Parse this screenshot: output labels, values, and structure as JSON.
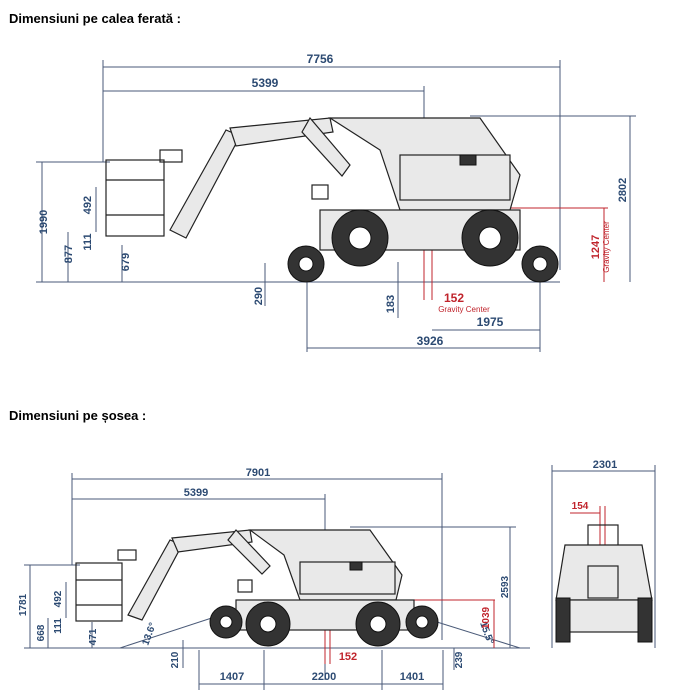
{
  "titles": {
    "rail": "Dimensiuni pe calea ferată :",
    "road": "Dimensiuni pe șosea :"
  },
  "rail": {
    "overall_length": "7756",
    "boom_reach": "5399",
    "height_total": "2802",
    "height_platform_top": "1990",
    "platform_height": "492",
    "platform_floor": "877",
    "platform_step": "111",
    "platform_low": "679",
    "rail_wheel_height": "290",
    "ground_clearance": "183",
    "gravity_offset": "152",
    "gravity_label": "Gravity Center",
    "gravity_height": "1247",
    "rear_to_center": "1975",
    "wheelbase_total": "3926"
  },
  "road": {
    "overall_length": "7901",
    "boom_reach": "5399",
    "height_total": "2593",
    "height_platform_top": "1781",
    "platform_height": "492",
    "platform_floor": "668",
    "platform_step": "111",
    "platform_low": "471",
    "approach_angle": "13.6°",
    "rail_wheel_height": "210",
    "front_overhang": "1407",
    "wheelbase": "2200",
    "gravity_offset": "152",
    "rear_overhang": "1401",
    "rear_height": "239",
    "departure_angle": "15.5°",
    "gravity_height": "1039",
    "width_total": "2301",
    "lateral_offset": "154"
  },
  "colors": {
    "dimension_text": "#2c4a72",
    "gravity_red": "#c0242c",
    "outline": "#222222"
  }
}
